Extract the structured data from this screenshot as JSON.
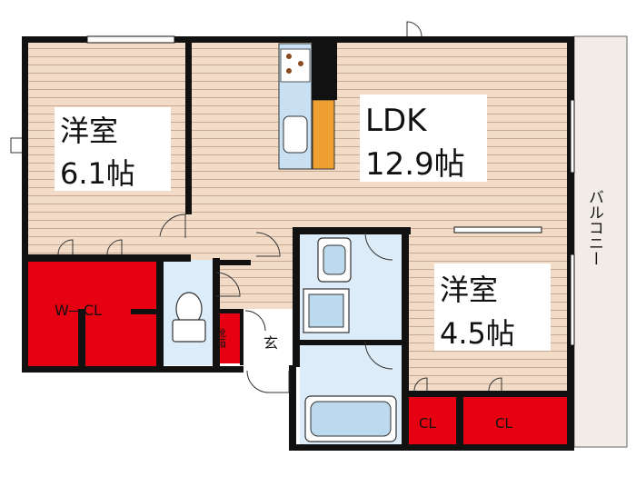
{
  "rooms": {
    "western_room_a": {
      "name": "洋室",
      "size": "6.1帖"
    },
    "ldk": {
      "name": "LDK",
      "size": "12.9帖"
    },
    "western_room_b": {
      "name": "洋室",
      "size": "4.5帖"
    },
    "walk_in_closet": {
      "name": "W―CL"
    },
    "closet_a": {
      "name": "CL"
    },
    "closet_b": {
      "name": "CL"
    },
    "shoe_box": {
      "name": "靴箱"
    },
    "entrance": {
      "name": "玄"
    },
    "balcony": {
      "name": "バルコニー"
    }
  },
  "colors": {
    "wall": "#111111",
    "floor_wood": "#f2dcc7",
    "floor_stripe": "#c9a892",
    "closet_red": "#e60012",
    "wet_area": "#dcecf8",
    "fixture": "#bcd9ee",
    "kitchen_counter": "#f0a030",
    "balcony": "#f2ece6"
  },
  "icons": [
    "door-swing-icon",
    "toilet-icon",
    "bathtub-icon",
    "washbasin-icon",
    "stove-icon",
    "kitchen-sink-icon"
  ]
}
